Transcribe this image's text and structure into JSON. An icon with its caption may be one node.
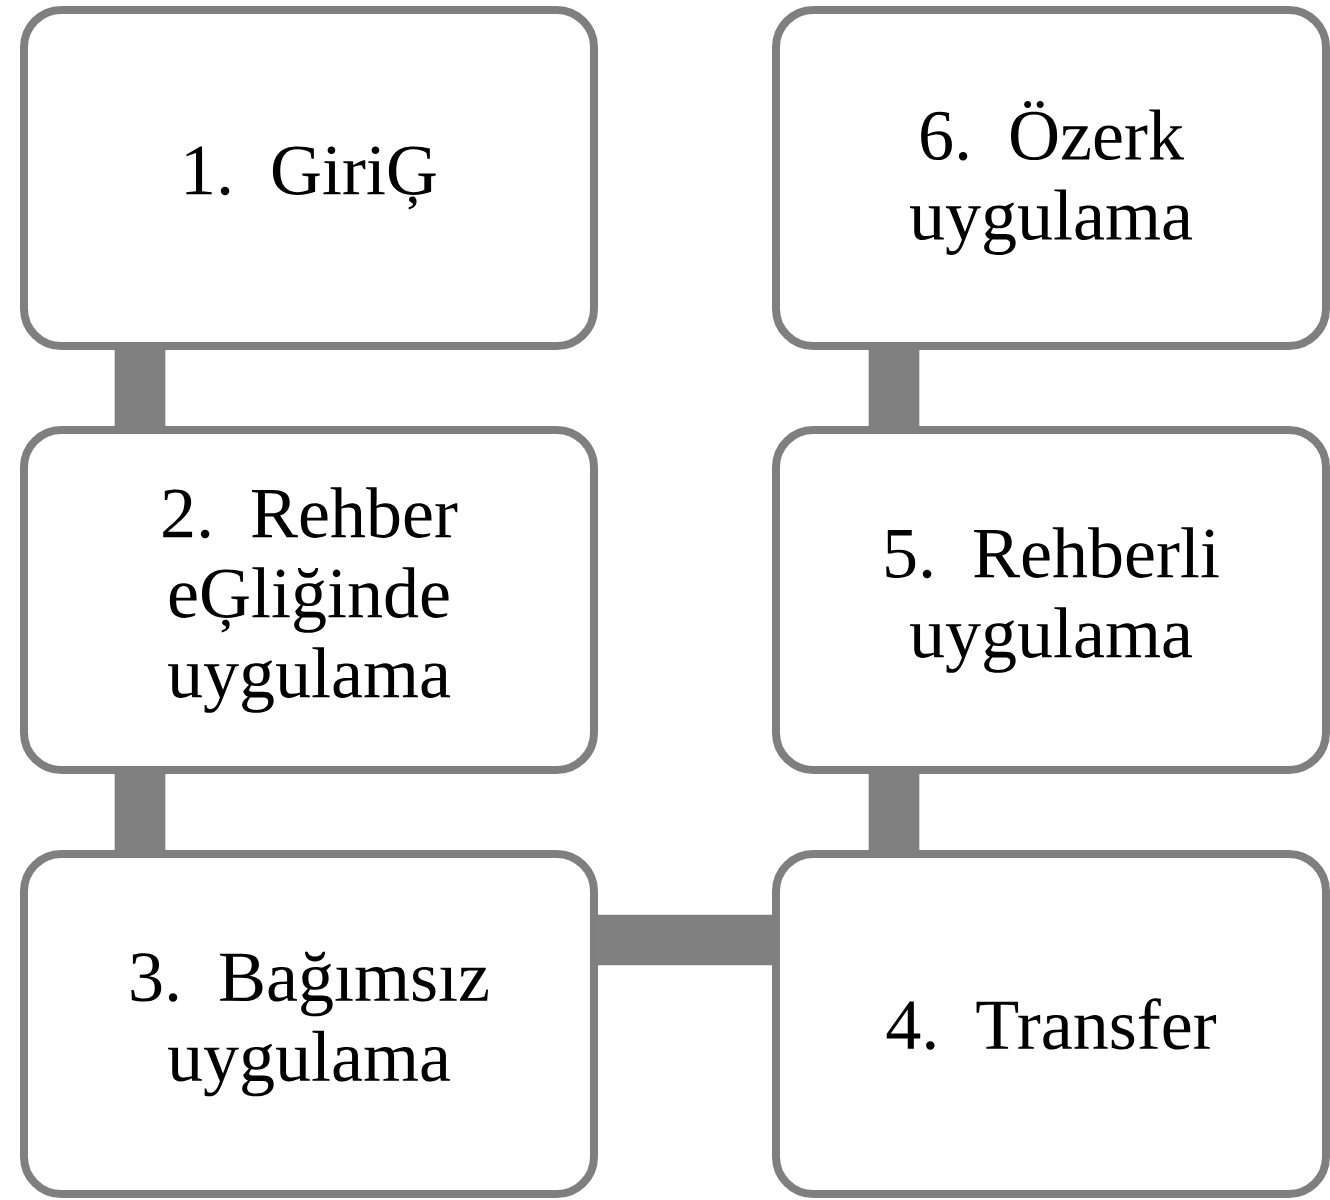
{
  "diagram": {
    "nodes": [
      {
        "text": [
          "1. GiriĢ"
        ]
      },
      {
        "text": [
          "2. Rehber eĢliğinde uygulama"
        ]
      },
      {
        "text": [
          "3. Bağımsız uygulama"
        ]
      },
      {
        "text": [
          "4. Transfer"
        ]
      },
      {
        "text": [
          "5. Rehberli uygulama"
        ]
      },
      {
        "text": [
          "6. Özerk uygulama"
        ]
      }
    ],
    "edges": [
      {
        "from": 0,
        "to": 1,
        "arrow": "none"
      },
      {
        "from": 1,
        "to": 2,
        "arrow": "none"
      },
      {
        "from": 2,
        "to": 3,
        "arrow": "none"
      },
      {
        "from": 3,
        "to": 4,
        "arrow": "none"
      },
      {
        "from": 4,
        "to": 5,
        "arrow": "none"
      }
    ]
  }
}
